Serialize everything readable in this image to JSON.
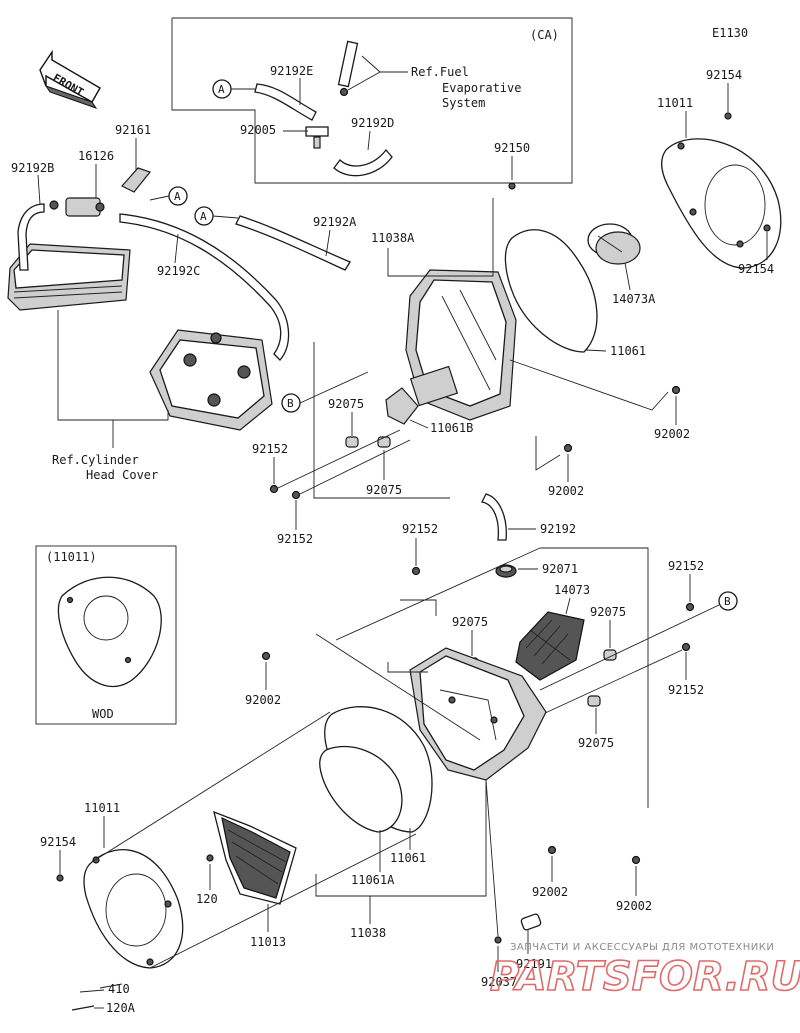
{
  "diagram_code": "E1130",
  "ca_box_tag": "(CA)",
  "front_label": "FRONT",
  "wod_box": {
    "title": "(11011)",
    "caption": "WOD"
  },
  "ref_fuel": [
    "Ref.Fuel",
    "Evaporative",
    "System"
  ],
  "ref_cylinder": [
    "Ref.Cylinder",
    "Head Cover"
  ],
  "callout_A": "A",
  "callout_B": "B",
  "labels": {
    "p92192E": "92192E",
    "p92005": "92005",
    "p92192D": "92192D",
    "p92161": "92161",
    "p16126": "16126",
    "p92192B": "92192B",
    "p92192C": "92192C",
    "p92192A": "92192A",
    "p11038A": "11038A",
    "p92150": "92150",
    "p92154_top": "92154",
    "p11011_top": "11011",
    "p92154_right": "92154",
    "p14073A": "14073A",
    "p11061": "11061",
    "p92002_r1": "92002",
    "p92075_a": "92075",
    "p11061B": "11061B",
    "p92152_a": "92152",
    "p92075_b": "92075",
    "p92002_r2": "92002",
    "p92152_b": "92152",
    "p92192": "92192",
    "p92152_c": "92152",
    "p92071": "92071",
    "p14073": "14073",
    "p92152_d": "92152",
    "p92075_c": "92075",
    "p92075_d": "92075",
    "p92002_l": "92002",
    "p92152_e": "92152",
    "p92075_e": "92075",
    "p11011_bot": "11011",
    "p92154_bot": "92154",
    "p120": "120",
    "p11061_bot": "11061",
    "p11061A": "11061A",
    "p92002_b1": "92002",
    "p92002_b2": "92002",
    "p11013": "11013",
    "p11038": "11038",
    "p92191": "92191",
    "p92037": "92037",
    "p410": "410",
    "p120A": "120A"
  },
  "watermark": {
    "caption": "ЗАПЧАСТИ И АКСЕССУАРЫ ДЛЯ МОТОТЕХНИКИ",
    "brand": "PARTSFOR.RU"
  }
}
